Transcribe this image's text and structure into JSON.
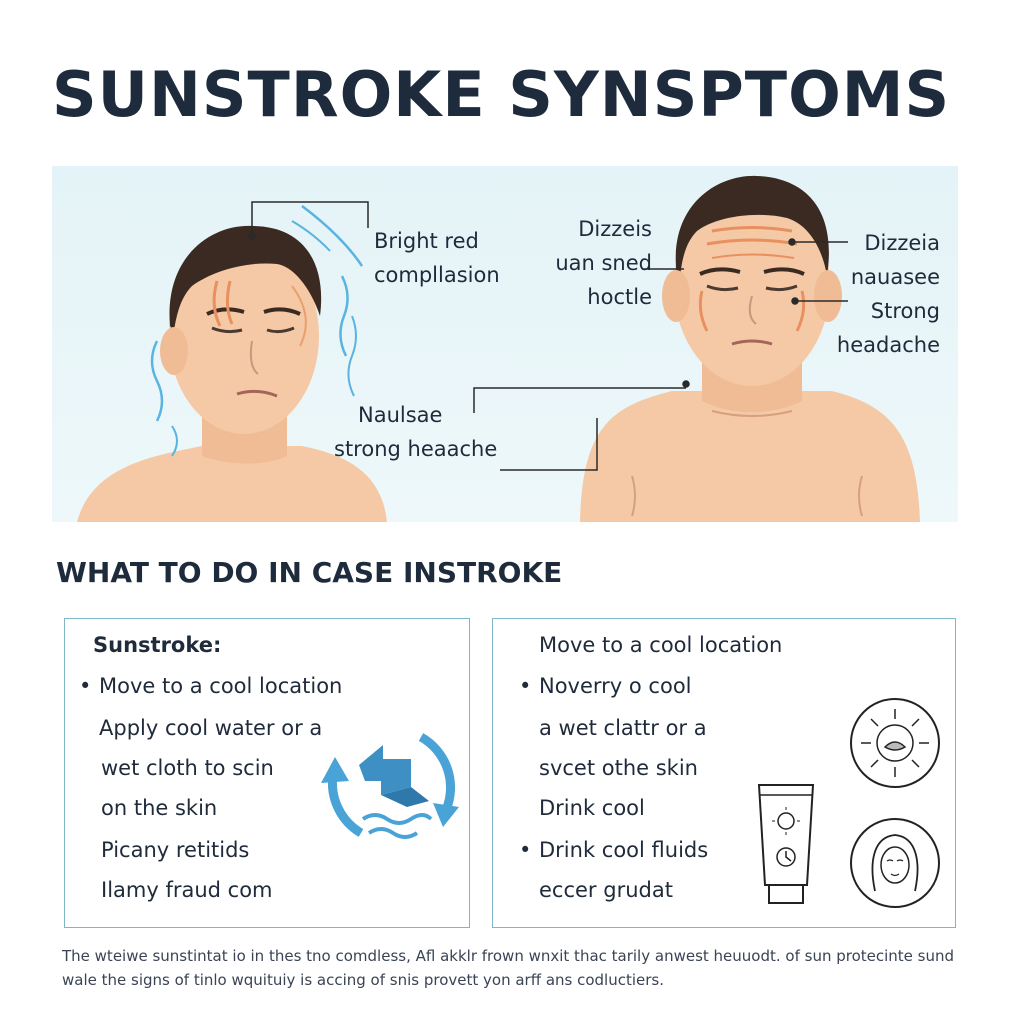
{
  "title": "SUNSTROKE SYNSPTOMS",
  "symptoms": {
    "left_upper": [
      "Bright red",
      "compllasion"
    ],
    "left_lower": [
      "Naulsae",
      "strong heaache"
    ],
    "center": [
      "Dizzeis",
      "uan sned",
      "hoctle"
    ],
    "right": [
      "Dizzeia",
      "nauasee",
      "Strong",
      "headache"
    ]
  },
  "section_heading": "WHAT TO DO IN CASE INSTROKE",
  "left_card": {
    "label": "Sunstroke:",
    "lines": [
      "Move to a cool location",
      "Apply cool water or a",
      "wet cloth to scin",
      "on the skin",
      "Picany retitids",
      "Ilamy fraud com"
    ]
  },
  "right_card": {
    "lines": [
      "Move to a cool location",
      "Noverry o cool",
      "a wet clattr or a",
      "svcet othe skin",
      "Drink cool",
      "Drink cool fluids",
      "eccer grudat"
    ]
  },
  "footnote": [
    "The wteiwe sunstintat io in thes tno comdless, Afl akklr frown wnxit thac tarily anwest heuuodt. of sun protecinte sund",
    "wale the signs of tinlo wquituiy is accing of snis provett yon arff ans codluctiers."
  ],
  "icons": [
    "cooling-arrows-icon",
    "sun-face-icon",
    "sunscreen-tube-icon",
    "woman-face-icon"
  ],
  "colors": {
    "title": "#1d2b3c",
    "panel_bg": "#e4f3f7",
    "card_border": "#7fb6c7",
    "arrow_blue": "#4aa3d6",
    "skin": "#f5c9a5",
    "hair": "#3b2a22"
  }
}
